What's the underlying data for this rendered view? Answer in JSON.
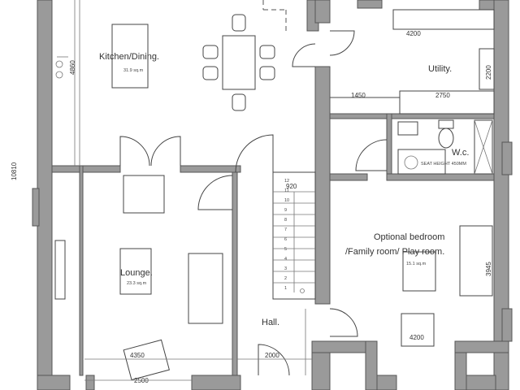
{
  "rooms": {
    "kitchen_label": "Kitchen/Dining.",
    "kitchen_area": "31.9 sq.m",
    "utility_label": "Utility.",
    "wc_label": "W.c.",
    "bedroom_label_1": "Optional bedroom",
    "bedroom_label_2": "/Family room/ Play room.",
    "bedroom_area": "15.1 sq.m",
    "lounge_label": "Lounge.",
    "lounge_area": "23.3 sq.m",
    "hall_label": "Hall."
  },
  "dimensions": {
    "overall_depth": "10810",
    "kitchen_side": "4860",
    "utility_width": "4200",
    "utility_depth": "2200",
    "utility_top": "1450",
    "utility_counter": "2750",
    "bedroom_width": "4200",
    "bedroom_depth": "3945",
    "lounge_width": "4350",
    "lounge_bottom": "2500",
    "hall_width": "2000",
    "stair_width": "920",
    "stair_numbers": [
      "1",
      "2",
      "3",
      "4",
      "5",
      "6",
      "7",
      "8",
      "9",
      "10",
      "11",
      "12"
    ]
  },
  "fixtures": {
    "wc_sign": "SEAT HEIGHT 450MM"
  }
}
